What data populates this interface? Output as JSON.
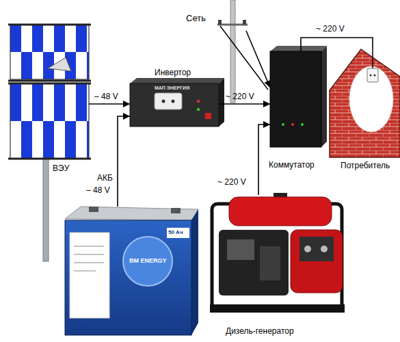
{
  "diagram": {
    "nodes": [
      {
        "text": [
          "Сеть"
        ]
      },
      {
        "text": [
          "ВЭУ"
        ]
      },
      {
        "text": [
          "Инвертор",
          "МАП ЭНЕРГИЯ"
        ]
      },
      {
        "text": [
          "Коммутатор"
        ]
      },
      {
        "text": [
          "Потребитель"
        ]
      },
      {
        "text": [
          "АКБ",
          "BM ENERGY",
          "50 Ач"
        ]
      },
      {
        "text": [
          "Дизель-генератор"
        ]
      }
    ],
    "edges": [
      {
        "from": 1,
        "to": 2,
        "arrow": "to",
        "label": "– 48 V"
      },
      {
        "from": 5,
        "to": 2,
        "arrow": "to",
        "label": "– 48 V"
      },
      {
        "from": 2,
        "to": 3,
        "arrow": "to",
        "label": "~ 220 V"
      },
      {
        "from": 0,
        "to": 3,
        "arrow": "to"
      },
      {
        "from": 6,
        "to": 3,
        "arrow": "to",
        "label": "~ 220 V"
      },
      {
        "from": 3,
        "to": 4,
        "arrow": "none",
        "label": "~ 220 V"
      }
    ]
  }
}
